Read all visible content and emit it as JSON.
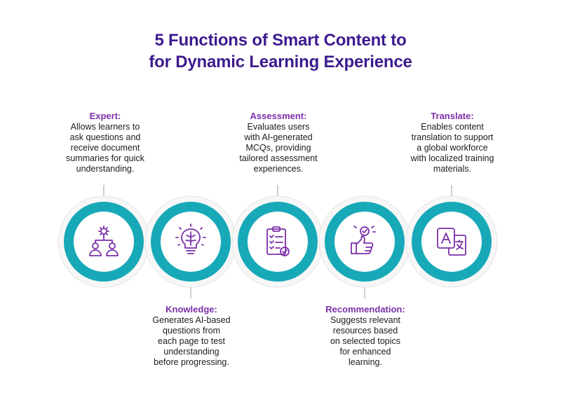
{
  "title": {
    "line1": "5 Functions of Smart Content to",
    "line2": "for Dynamic Learning Experience"
  },
  "colors": {
    "title": "#3d1a8f",
    "heading": "#7b2fa8",
    "ring": "#17a9b8",
    "icon": "#7b2fa8"
  },
  "functions": [
    {
      "heading": "Expert:",
      "description": "Allows learners to\nask questions and\nreceive document\nsummaries for quick\nunderstanding.",
      "icon": "users-gear-icon"
    },
    {
      "heading": "Knowledge:",
      "description": "Generates AI-based\nquestions from\neach page to test\nunderstanding\nbefore progressing.",
      "icon": "brain-bulb-icon"
    },
    {
      "heading": "Assessment:",
      "description": "Evaluates users\nwith AI-generated\nMCQs, providing\ntailored assessment\nexperiences.",
      "icon": "clipboard-check-icon"
    },
    {
      "heading": "Recommendation:",
      "description": "Suggests relevant\nresources based\non selected topics\nfor enhanced\nlearning.",
      "icon": "thumbs-up-icon"
    },
    {
      "heading": "Translate:",
      "description": "Enables content\ntranslation to support\na global workforce\nwith localized training\nmaterials.",
      "icon": "translate-icon"
    }
  ]
}
